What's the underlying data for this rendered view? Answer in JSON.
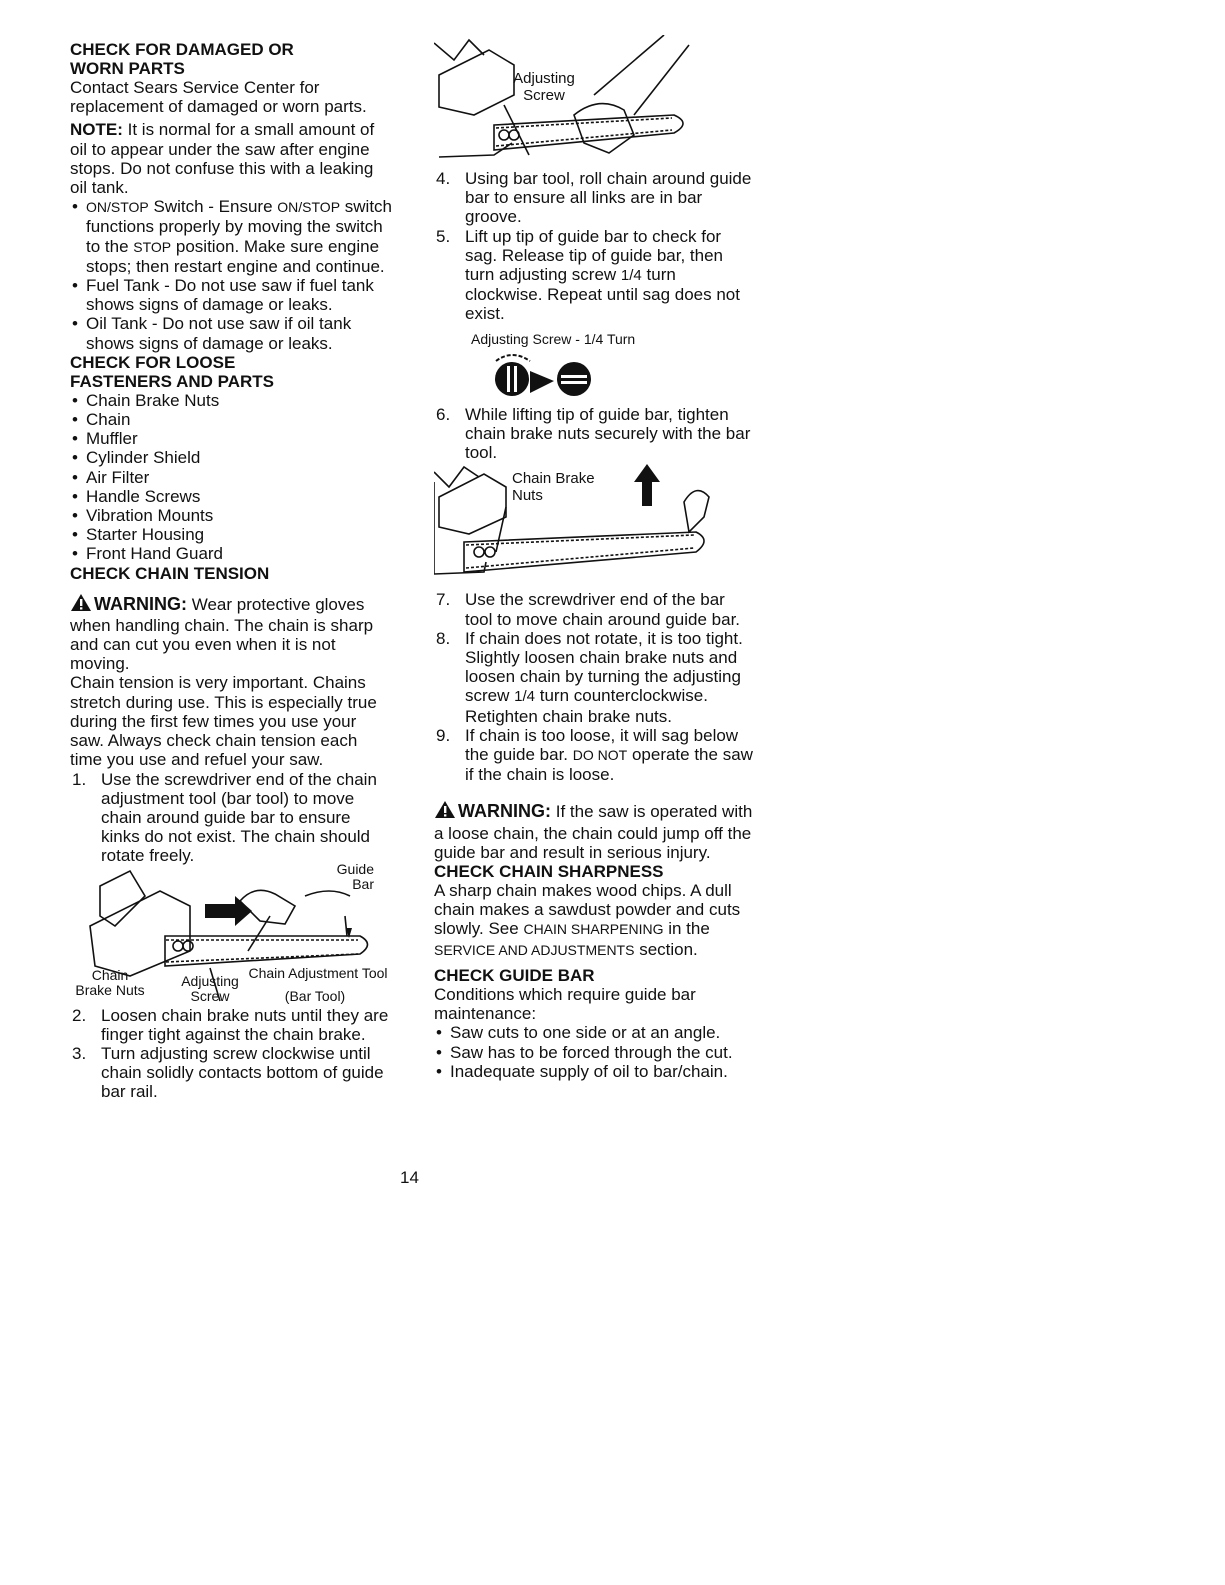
{
  "left": {
    "h_damaged_1": "CHECK FOR DAMAGED OR",
    "h_damaged_2": "WORN PARTS",
    "damaged_text": "Contact Sears Service Center for replacement of damaged or worn parts.",
    "note_label": "NOTE:",
    "note_text": "It is normal for a small amount of oil to appear under the saw after engine stops. Do not confuse this with a leaking oil tank.",
    "onstop": {
      "name": "ON/STOP",
      "switch_label": "Switch - Ensure",
      "name2": "ON/STOP",
      "text1": "switch functions properly by moving the switch to the",
      "stop_word": "STOP",
      "text2": "position. Make sure engine stops; then restart engine and continue."
    },
    "fuel_tank": "Fuel Tank - Do not use saw if fuel tank shows signs of damage or leaks.",
    "oil_tank": "Oil Tank - Do not use saw if oil tank shows signs of damage or leaks.",
    "h_loose_1": "CHECK FOR LOOSE",
    "h_loose_2": "FASTENERS AND PARTS",
    "loose_items": [
      "Chain Brake Nuts",
      "Chain",
      "Muffler",
      "Cylinder Shield",
      "Air Filter",
      "Handle Screws",
      "Vibration Mounts",
      "Starter Housing",
      "Front Hand Guard"
    ],
    "h_tension": "CHECK CHAIN TENSION",
    "warning_word": "WARNING:",
    "warning_text": "Wear protective gloves when handling chain. The chain is sharp and can cut you even when it is not moving.",
    "tension_text": "Chain tension is very important. Chains stretch during use. This is especially true during the first few times you use your saw. Always check chain tension each time you use and refuel your saw.",
    "step1_num": "1.",
    "step1": "Use the screwdriver end of the chain adjustment tool (bar tool) to move chain around guide bar to ensure kinks do not exist. The chain should rotate freely.",
    "fig1": {
      "guide_bar": "Guide Bar",
      "chain_brake_nuts": "Chain Brake Nuts",
      "adjusting_screw": "Adjusting Screw",
      "chain_adjustment_tool": "Chain Adjustment Tool",
      "bar_tool": "(Bar Tool)"
    },
    "step2_num": "2.",
    "step2": "Loosen chain brake nuts until they are finger tight against the chain brake.",
    "step3_num": "3.",
    "step3": "Turn adjusting screw clockwise until chain solidly contacts bottom of guide bar rail."
  },
  "right": {
    "fig2": {
      "adjusting_screw": "Adjusting Screw"
    },
    "step4_num": "4.",
    "step4": "Using bar tool, roll chain around guide bar to ensure all links are in bar groove.",
    "step5_num": "5.",
    "step5_a": "Lift up tip of guide bar to check for sag. Release tip of guide bar, then turn adjusting screw",
    "step5_frac": "1/4",
    "step5_b": "turn clockwise. Repeat until sag does not exist.",
    "fig3_caption_a": "Adjusting Screw -",
    "fig3_frac": "1/4",
    "fig3_caption_b": "Turn",
    "step6_num": "6.",
    "step6": "While lifting tip of guide bar, tighten chain brake nuts securely with the bar tool.",
    "fig4": {
      "chain_brake_nuts": "Chain Brake Nuts"
    },
    "step7_num": "7.",
    "step7": "Use the screwdriver end of the bar tool to move chain around guide bar.",
    "step8_num": "8.",
    "step8_a": "If chain does not rotate, it is too tight. Slightly loosen chain brake nuts and loosen chain by turning the adjusting screw",
    "step8_frac": "1/4",
    "step8_b": "turn counterclockwise. Retighten chain brake nuts.",
    "step9_num": "9.",
    "step9_a": "If chain is too loose, it will sag below the guide bar.",
    "step9_donot": "DO NOT",
    "step9_b": "operate the saw if the chain is loose.",
    "warning_word": "WARNING:",
    "warning_text": "If the saw is operated with a loose chain, the chain could jump off the guide bar and result in serious injury.",
    "h_sharp": "CHECK CHAIN SHARPNESS",
    "sharp_text_a": "A sharp chain makes wood chips. A dull chain makes a sawdust powder and cuts slowly. See",
    "sharp_ref1": "CHAIN SHARPENING",
    "sharp_in": "in the",
    "sharp_ref2": "SERVICE AND ADJUSTMENTS",
    "sharp_section": "section.",
    "h_guide": "CHECK GUIDE BAR",
    "guide_text": "Conditions which require guide bar maintenance:",
    "guide_items": [
      "Saw cuts to one side or at an angle.",
      "Saw has to be forced through the cut.",
      "Inadequate supply of oil to bar/chain."
    ]
  },
  "page_number": "14"
}
